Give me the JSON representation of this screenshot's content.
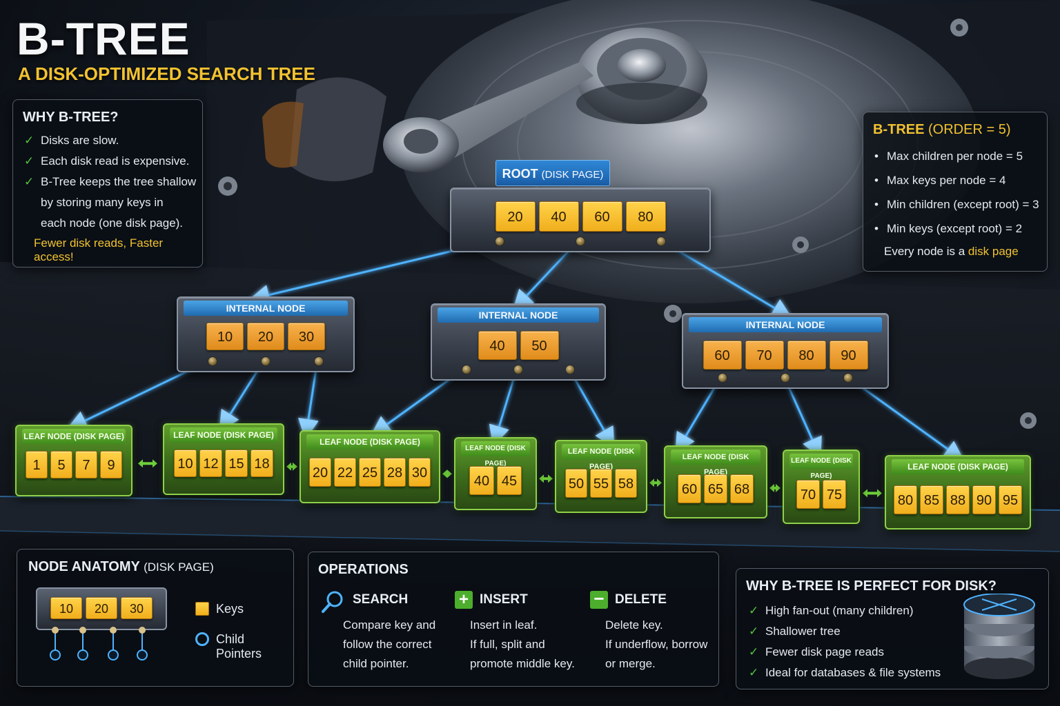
{
  "header": {
    "title": "B-TREE",
    "subtitle": "A DISK-OPTIMIZED SEARCH TREE"
  },
  "why_btree": {
    "title": "WHY B-TREE?",
    "items": [
      {
        "lines": [
          "Disks are slow."
        ]
      },
      {
        "lines": [
          "Each disk read is expensive."
        ]
      },
      {
        "lines": [
          "B-Tree keeps the tree shallow",
          "by storing many keys in",
          "each node (one disk page)."
        ]
      }
    ],
    "conclusion": "Fewer disk reads, Faster access!"
  },
  "order_panel": {
    "title_main": "B-TREE",
    "title_order": "(ORDER = 5)",
    "items": [
      "Max children per node = 5",
      "Max keys per node = 4",
      "Min children (except root) = 3",
      "Min keys (except root) = 2"
    ],
    "footer_prefix": "Every node is a ",
    "footer_highlight": "disk page"
  },
  "tree": {
    "root": {
      "label": "ROOT",
      "label_suffix": "(DISK PAGE)",
      "keys": [
        "20",
        "40",
        "60",
        "80"
      ]
    },
    "internal": [
      {
        "label": "INTERNAL NODE",
        "keys": [
          "10",
          "20",
          "30"
        ]
      },
      {
        "label": "INTERNAL NODE",
        "keys": [
          "40",
          "50"
        ]
      },
      {
        "label": "INTERNAL NODE",
        "keys": [
          "60",
          "70",
          "80",
          "90"
        ]
      }
    ],
    "leaves": [
      {
        "label": "LEAF NODE (DISK PAGE)",
        "keys": [
          "1",
          "5",
          "7",
          "9"
        ]
      },
      {
        "label": "LEAF NODE (DISK PAGE)",
        "keys": [
          "10",
          "12",
          "15",
          "18"
        ]
      },
      {
        "label": "LEAF NODE (DISK PAGE)",
        "keys": [
          "20",
          "22",
          "25",
          "28",
          "30"
        ]
      },
      {
        "label": "LEAF NODE (DISK PAGE)",
        "keys": [
          "40",
          "45"
        ]
      },
      {
        "label": "LEAF NODE (DISK PAGE)",
        "keys": [
          "50",
          "55",
          "58"
        ]
      },
      {
        "label": "LEAF NODE (DISK PAGE)",
        "keys": [
          "60",
          "65",
          "68"
        ]
      },
      {
        "label": "LEAF NODE (DISK PAGE)",
        "keys": [
          "70",
          "75"
        ]
      },
      {
        "label": "LEAF NODE (DISK PAGE)",
        "keys": [
          "80",
          "85",
          "88",
          "90",
          "95"
        ]
      }
    ]
  },
  "anatomy": {
    "title": "NODE ANATOMY",
    "title_suffix": "(DISK PAGE)",
    "keys": [
      "10",
      "20",
      "30"
    ],
    "legend_keys": "Keys",
    "legend_pointers": "Child Pointers"
  },
  "operations": {
    "title": "OPERATIONS",
    "search": {
      "title": "SEARCH",
      "lines": [
        "Compare key and",
        "follow the correct",
        "child pointer."
      ]
    },
    "insert": {
      "title": "INSERT",
      "lines": [
        "Insert in leaf.",
        "If full, split and",
        "promote middle key."
      ]
    },
    "delete": {
      "title": "DELETE",
      "lines": [
        "Delete key.",
        "If underflow, borrow",
        "or merge."
      ]
    }
  },
  "perfect": {
    "title": "WHY B-TREE IS PERFECT FOR DISK?",
    "items": [
      "High fan-out (many children)",
      "Shallower tree",
      "Fewer disk page reads",
      "Ideal for databases & file systems"
    ]
  },
  "colors": {
    "accent_yellow": "#f2c230",
    "link_blue": "#4fb3ff",
    "leaf_green": "#5f9c2c",
    "check_green": "#53c23d"
  },
  "icons": [
    "check-icon",
    "search-icon",
    "plus-icon",
    "minus-icon",
    "database-icon"
  ]
}
